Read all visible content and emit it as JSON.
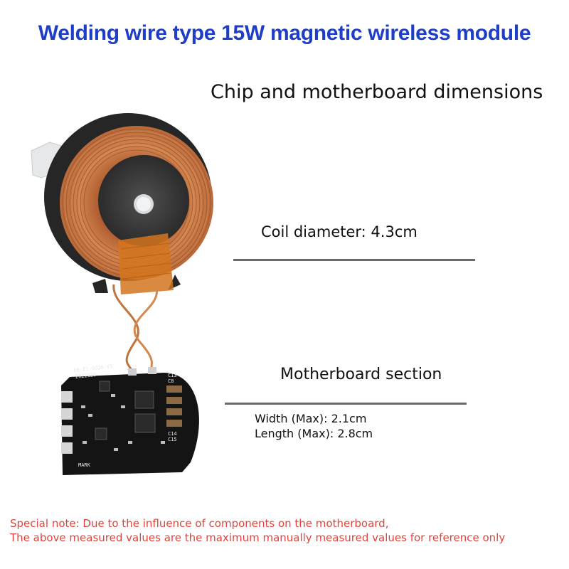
{
  "title": "Welding wire type 15W magnetic wireless module",
  "subtitle": "Chip and motherboard dimensions",
  "coil": {
    "label": "Coil diameter: 4.3cm"
  },
  "motherboard": {
    "label": "Motherboard section",
    "width": "Width (Max): 2.1cm",
    "length": "Length (Max): 2.8cm"
  },
  "note": {
    "line1": "Special note: Due to the influence of components on the motherboard,",
    "line2": "The above measured values are the maximum manually measured values for reference only"
  },
  "pcb_silkscreen": {
    "model": "DE-F1-0026-V3",
    "date": "2022120",
    "mark": "MARK",
    "c13": "C13",
    "c8": "C8",
    "c14": "C14",
    "c15": "C15"
  },
  "colors": {
    "title": "#1f3ec8",
    "note": "#e0443c",
    "copper": "#c2703e",
    "pcb": "#111111"
  }
}
